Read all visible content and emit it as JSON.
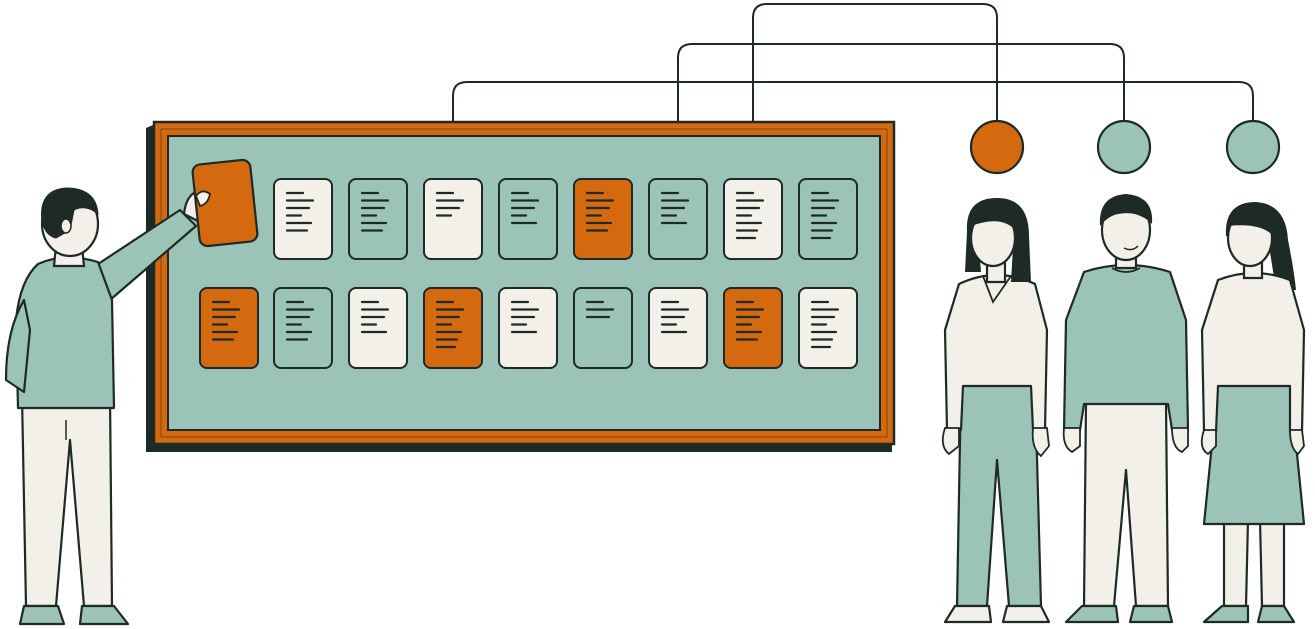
{
  "palette": {
    "orange": "#D4690F",
    "sage": "#9CC3B7",
    "cream": "#F2F0E8",
    "ink": "#1E2A26",
    "board_frame": "#D4690F",
    "board_surface": "#9CC3B7"
  },
  "board": {
    "rows": [
      {
        "cards": [
          {
            "color": "orange",
            "lines": 0,
            "held": true
          },
          {
            "color": "cream",
            "lines": 6
          },
          {
            "color": "sage",
            "lines": 6
          },
          {
            "color": "cream",
            "lines": 4
          },
          {
            "color": "sage",
            "lines": 5
          },
          {
            "color": "orange",
            "lines": 6
          },
          {
            "color": "sage",
            "lines": 5
          },
          {
            "color": "cream",
            "lines": 7
          },
          {
            "color": "sage",
            "lines": 7
          }
        ]
      },
      {
        "cards": [
          {
            "color": "orange",
            "lines": 6
          },
          {
            "color": "sage",
            "lines": 6
          },
          {
            "color": "cream",
            "lines": 5
          },
          {
            "color": "orange",
            "lines": 7
          },
          {
            "color": "cream",
            "lines": 5
          },
          {
            "color": "sage",
            "lines": 3
          },
          {
            "color": "cream",
            "lines": 5
          },
          {
            "color": "orange",
            "lines": 6
          },
          {
            "color": "cream",
            "lines": 7
          }
        ]
      }
    ]
  },
  "connections": [
    {
      "from_row": 0,
      "from_card": 3,
      "to_person": 2
    },
    {
      "from_row": 0,
      "from_card": 6,
      "to_person": 1
    },
    {
      "from_row": 0,
      "from_card": 7,
      "to_person": 0
    }
  ],
  "avatar_circles": [
    {
      "color": "orange"
    },
    {
      "color": "sage"
    },
    {
      "color": "sage"
    }
  ],
  "people": [
    {
      "role": "presenter",
      "shirt": "sage",
      "pants": "cream"
    },
    {
      "role": "viewer-woman-short-hair",
      "shirt": "cream",
      "pants": "sage"
    },
    {
      "role": "viewer-man",
      "shirt": "sage",
      "pants": "cream"
    },
    {
      "role": "viewer-woman-long-hair",
      "shirt": "cream",
      "skirt": "sage"
    }
  ]
}
